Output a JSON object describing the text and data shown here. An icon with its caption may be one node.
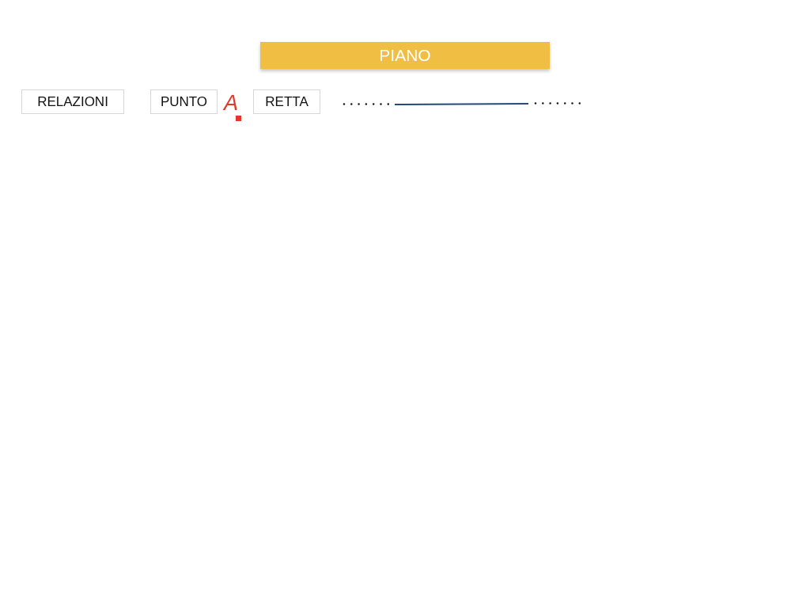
{
  "diagram": {
    "title": "PIANO",
    "nodes": [
      {
        "text": [
          "RELAZIONI"
        ]
      },
      {
        "text": [
          "PUNTO"
        ]
      },
      {
        "text": [
          "RETTA"
        ]
      }
    ],
    "labels": [
      "A"
    ]
  }
}
